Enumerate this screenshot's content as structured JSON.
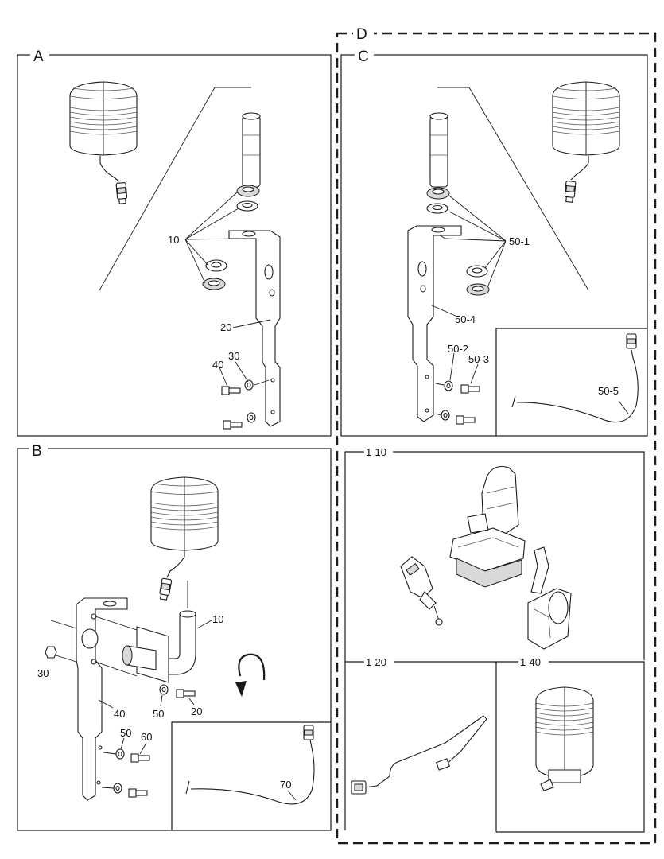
{
  "sections": {
    "A": "A",
    "B": "B",
    "C": "C",
    "D": "D"
  },
  "callouts": {
    "a_10": "10",
    "a_20": "20",
    "a_30": "30",
    "a_40": "40",
    "b_10": "10",
    "b_20": "20",
    "b_30": "30",
    "b_40": "40",
    "b_50_lower": "50",
    "b_50_upper": "50",
    "b_60": "60",
    "b_70": "70",
    "c_50_1": "50-1",
    "c_50_2": "50-2",
    "c_50_3": "50-3",
    "c_50_4": "50-4",
    "c_50_5": "50-5",
    "d_1_10": "1-10",
    "d_1_20": "1-20",
    "d_1_40": "1-40"
  },
  "colors": {
    "line": "#1a1a1a",
    "shade": "#d9d9d9",
    "background": "#ffffff"
  }
}
